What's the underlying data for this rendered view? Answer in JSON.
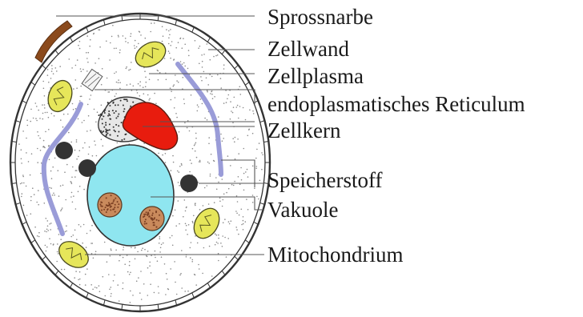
{
  "labels": {
    "sprossnarbe": "Sprossnarbe",
    "zellwand": "Zellwand",
    "zellplasma": "Zellplasma",
    "er": "endoplasmatisches Reticulum",
    "zellkern": "Zellkern",
    "speicherstoff": "Speicherstoff",
    "vakuole": "Vakuole",
    "mitochondrium": "Mitochondrium"
  },
  "colors": {
    "wall": "#333333",
    "cytoplasm_dots": "#8a8a8a",
    "bud_scar": "#8b4a1c",
    "vacuole": "#8fe6f0",
    "nucleus": "#e81c0e",
    "er_tube": "#9a9cd8",
    "storage": "#333333",
    "mitochondrion": "#e6e65a",
    "granule": "#c98a5c"
  }
}
